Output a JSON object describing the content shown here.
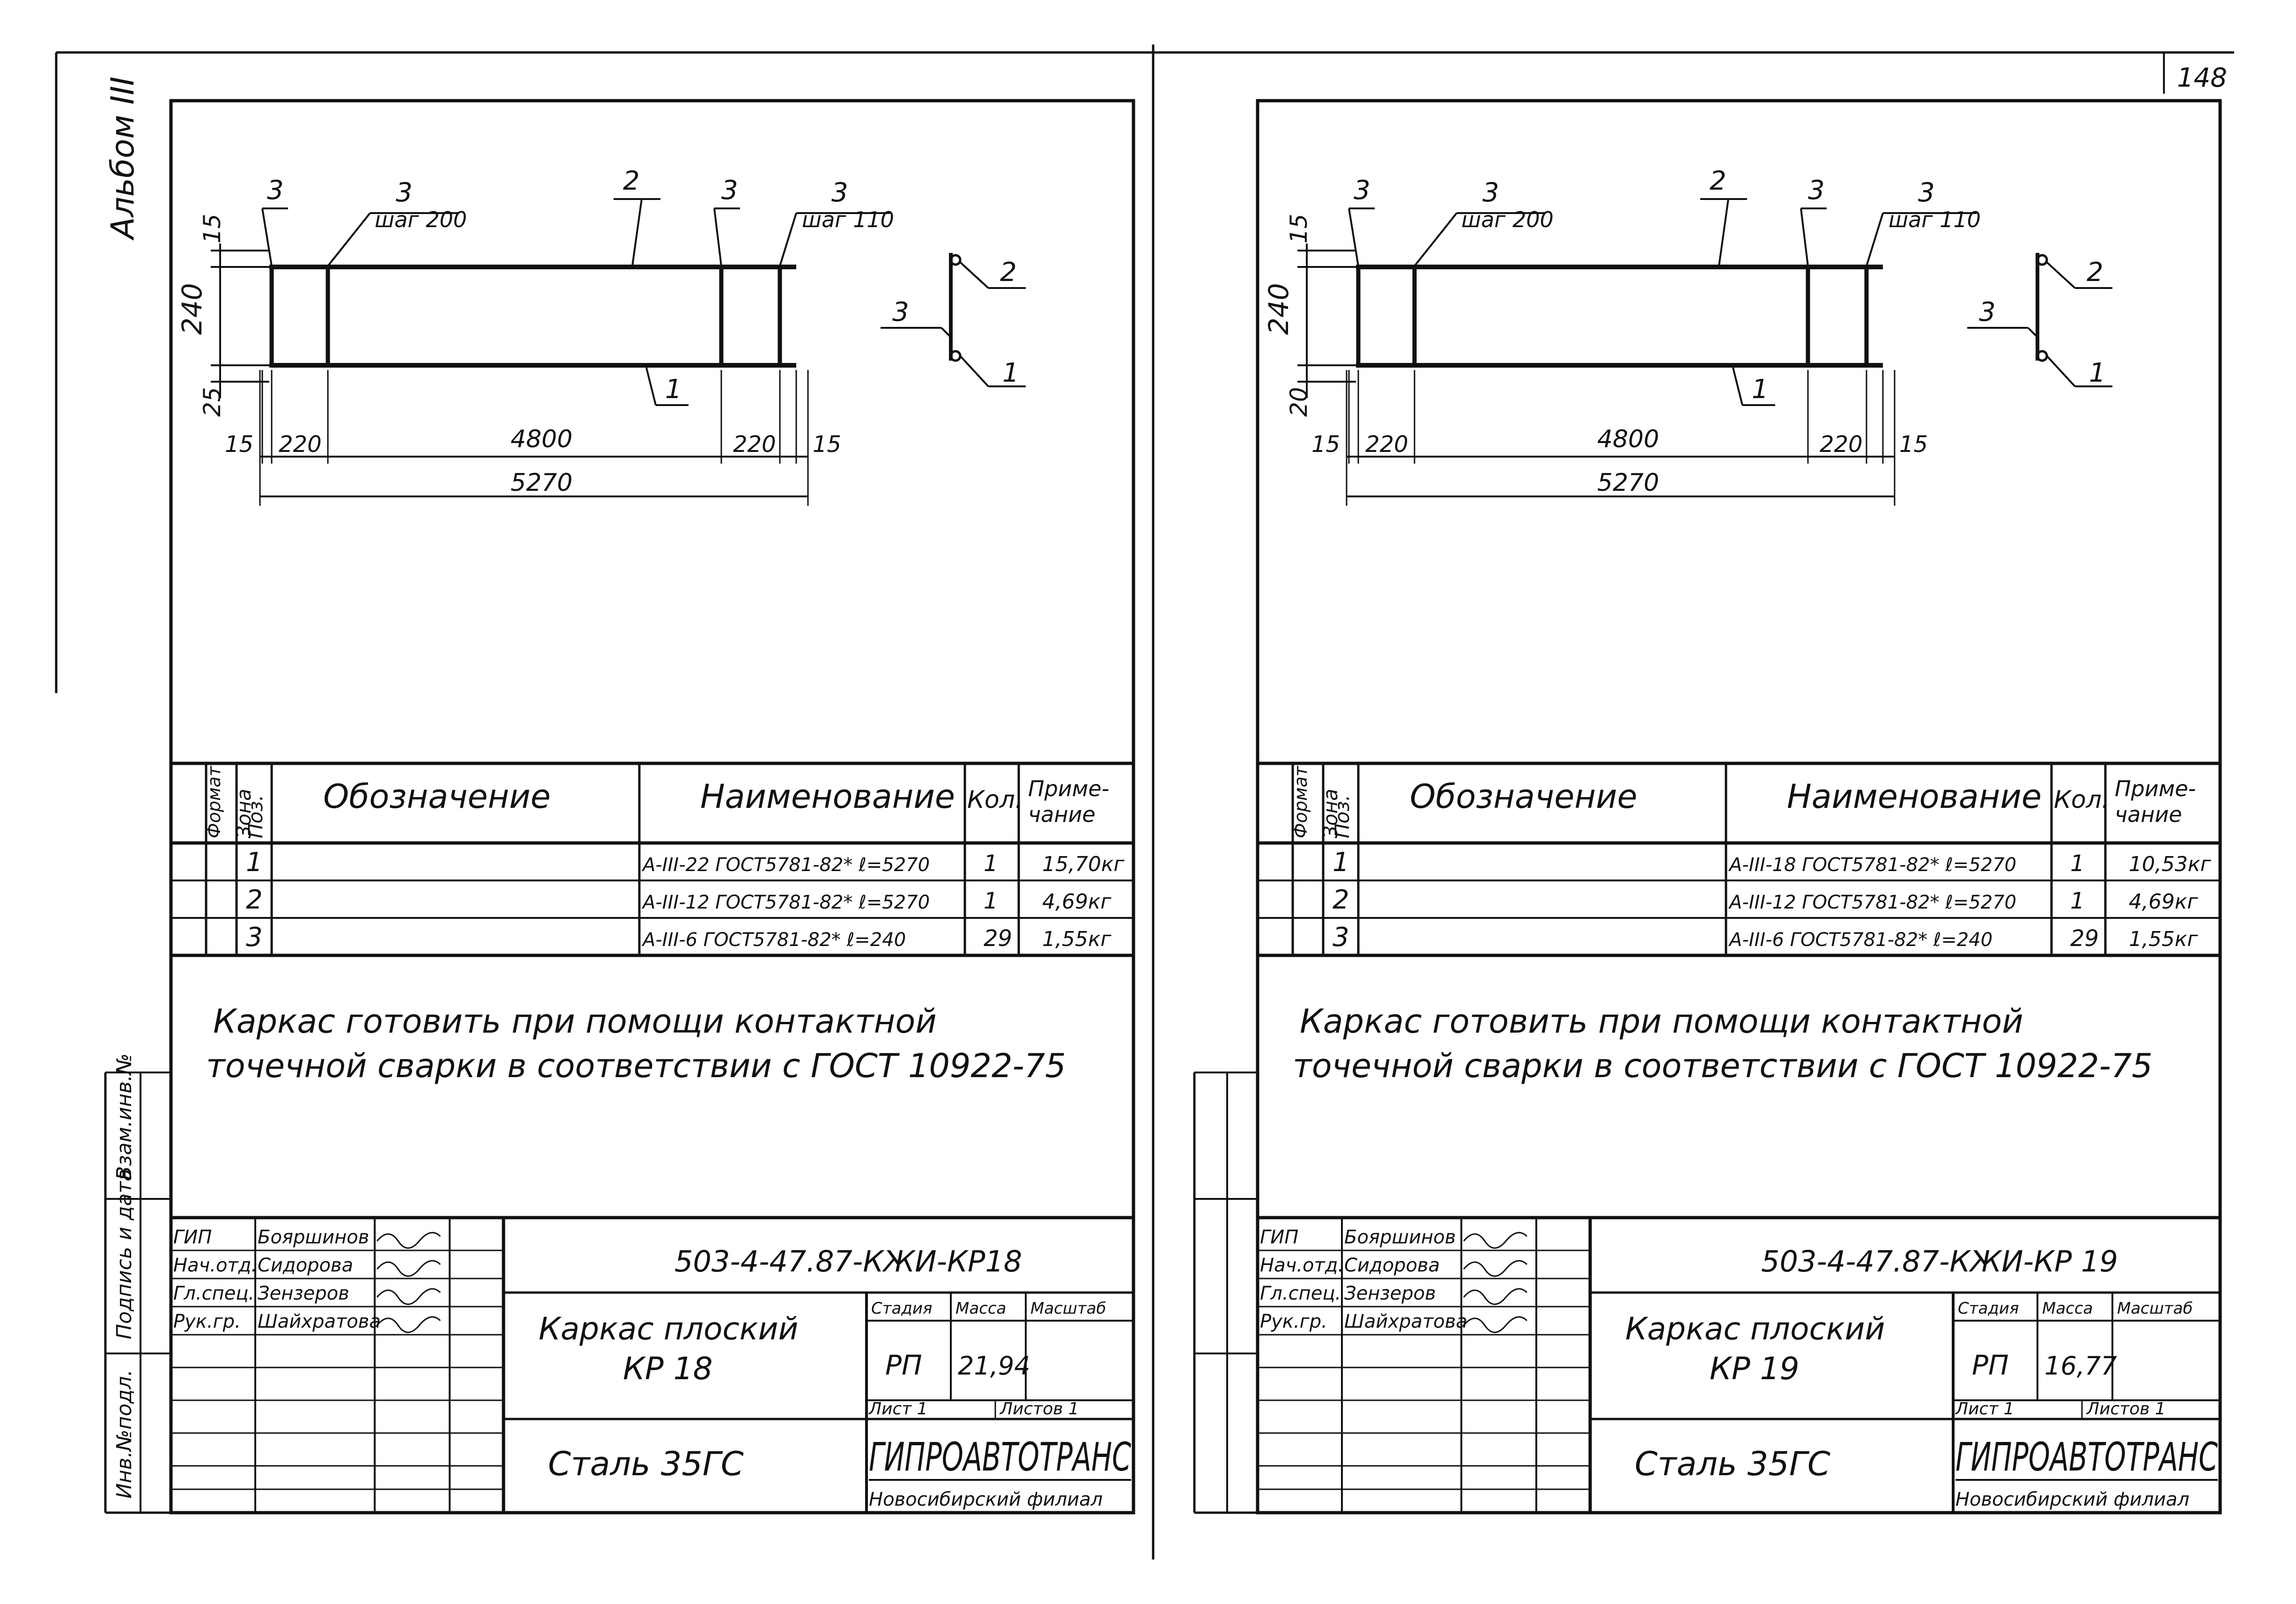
{
  "album_label": "Альбом III",
  "page_number": "148",
  "footer_note": "Каркас готовить при помощи контактной точечной сварки в соответствии с ГОСТ 10922-75",
  "side_stamp": [
    "Инв.№подл.",
    "Подпись и дата",
    "Взам.инв.№"
  ],
  "spec_headers": {
    "format": "Формат",
    "zone": "Зона",
    "pos": "Поз.",
    "designation": "Обозначение",
    "name": "Наименование",
    "qty": "Кол.",
    "note_line1": "Приме-",
    "note_line2": "чание"
  },
  "title_block_labels": {
    "stage": "Стадия",
    "mass": "Масса",
    "scale": "Масштаб",
    "sheet": "Лист 1",
    "sheets": "Листов 1",
    "org": "ГИПРОАВТОТРАНС",
    "branch": "Новосибирский филиал"
  },
  "roles": [
    "ГИП",
    "Нач.отд.",
    "Гл.спец.",
    "Рук.гр."
  ],
  "names": [
    "Бояршинов",
    "Сидорова",
    "Зензеров",
    "Шайхратова"
  ],
  "sheets": [
    {
      "labels": {
        "p3a": "3",
        "p3b": "3",
        "step_a": "шаг 200",
        "p2": "2",
        "p3c": "3",
        "p3d": "3",
        "step_b": "шаг 110",
        "p1": "1",
        "sec_p2": "2",
        "sec_p3": "3",
        "sec_p1": "1"
      },
      "dims": {
        "top": "15",
        "height": "240",
        "bottom": "25",
        "left_end": "15",
        "left_step": "220",
        "middle": "4800",
        "right_step": "220",
        "right_end": "15",
        "total": "5270"
      },
      "spec_rows": [
        {
          "pos": "1",
          "name": "А-III-22 ГОСТ5781-82* ℓ=5270",
          "qty": "1",
          "note": "15,70кг"
        },
        {
          "pos": "2",
          "name": "А-III-12 ГОСТ5781-82* ℓ=5270",
          "qty": "1",
          "note": "4,69кг"
        },
        {
          "pos": "3",
          "name": "А-III-6 ГОСТ5781-82* ℓ=240",
          "qty": "29",
          "note": "1,55кг"
        }
      ],
      "doc_code": "503-4-47.87-КЖИ-КР18",
      "title_line1": "Каркас плоский",
      "title_line2": "КР 18",
      "material": "Сталь 35ГС",
      "stage": "РП",
      "mass": "21,94"
    },
    {
      "labels": {
        "p3a": "3",
        "p3b": "3",
        "step_a": "шаг 200",
        "p2": "2",
        "p3c": "3",
        "p3d": "3",
        "step_b": "шаг 110",
        "p1": "1",
        "sec_p2": "2",
        "sec_p3": "3",
        "sec_p1": "1"
      },
      "dims": {
        "top": "15",
        "height": "240",
        "bottom": "20",
        "left_end": "15",
        "left_step": "220",
        "middle": "4800",
        "right_step": "220",
        "right_end": "15",
        "total": "5270"
      },
      "spec_rows": [
        {
          "pos": "1",
          "name": "А-III-18 ГОСТ5781-82* ℓ=5270",
          "qty": "1",
          "note": "10,53кг"
        },
        {
          "pos": "2",
          "name": "А-III-12 ГОСТ5781-82* ℓ=5270",
          "qty": "1",
          "note": "4,69кг"
        },
        {
          "pos": "3",
          "name": "А-III-6 ГОСТ5781-82* ℓ=240",
          "qty": "29",
          "note": "1,55кг"
        }
      ],
      "doc_code": "503-4-47.87-КЖИ-КР 19",
      "title_line1": "Каркас плоский",
      "title_line2": "КР 19",
      "material": "Сталь 35ГС",
      "stage": "РП",
      "mass": "16,77"
    }
  ]
}
